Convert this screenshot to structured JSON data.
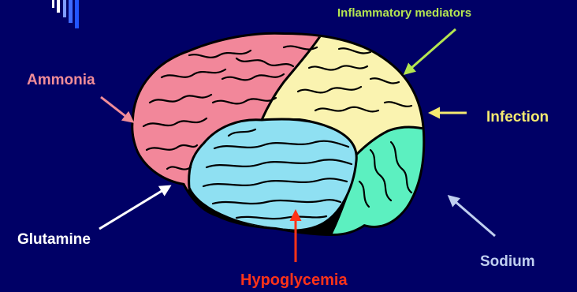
{
  "diagram": {
    "labels": {
      "inflammatory_mediators": "Inflammatory mediators",
      "ammonia": "Ammonia",
      "infection": "Infection",
      "glutamine": "Glutamine",
      "sodium": "Sodium",
      "hypoglycemia": "Hypoglycemia"
    },
    "colors": {
      "background": "#000066",
      "inflammatory_mediators": "#B5E550",
      "ammonia": "#F08C98",
      "infection": "#F5EA70",
      "glutamine": "#FFFFFF",
      "sodium": "#C0CFF0",
      "hypoglycemia": "#FF3318",
      "brain_frontal_lobe": "#F2879A",
      "brain_parietal_lobe": "#FAF3B0",
      "brain_temporal_lobe": "#8FE0F2",
      "brain_occipital_lobe": "#5CF0C0"
    }
  }
}
